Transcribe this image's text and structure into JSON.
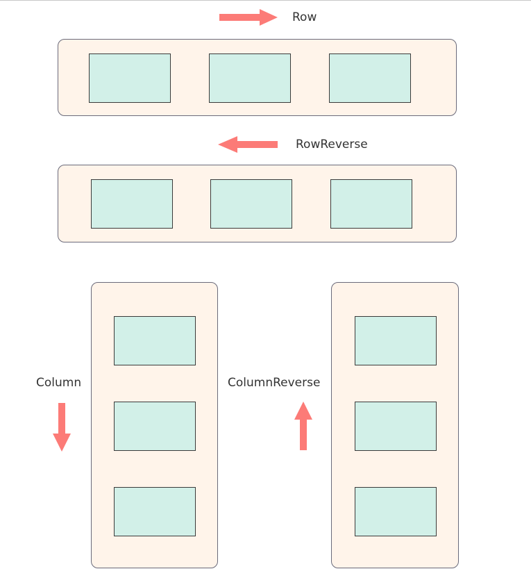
{
  "labels": {
    "row": "Row",
    "row_reverse": "RowReverse",
    "column": "Column",
    "column_reverse": "ColumnReverse"
  },
  "colors": {
    "container_fill": "#fff4ea",
    "item_fill": "#d2f0e8",
    "arrow": "#fc7b77"
  }
}
